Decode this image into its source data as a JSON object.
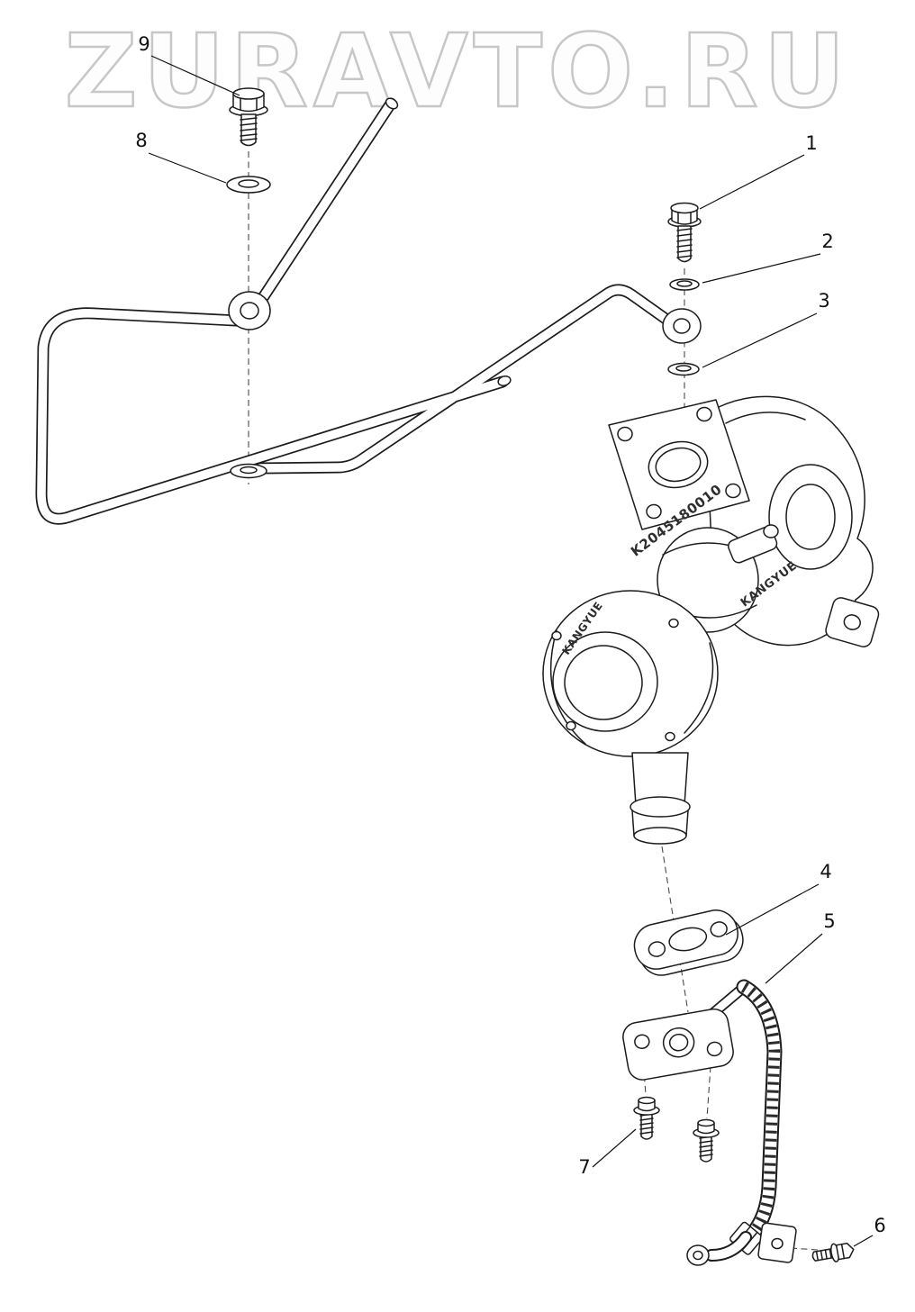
{
  "watermark": {
    "text": "ZURAVTO.RU"
  },
  "colors": {
    "background": "#ffffff",
    "line": "#1c1c1c",
    "watermark_stroke": "#c7c7c7",
    "marking": "#2e2e2e"
  },
  "callouts": {
    "c1": "1",
    "c2": "2",
    "c3": "3",
    "c4": "4",
    "c5": "5",
    "c6": "6",
    "c7": "7",
    "c8": "8",
    "c9": "9"
  },
  "markings": {
    "serial": "K2045180010",
    "brand_top": "KANGYUE",
    "brand_side": "KANGYUE"
  }
}
